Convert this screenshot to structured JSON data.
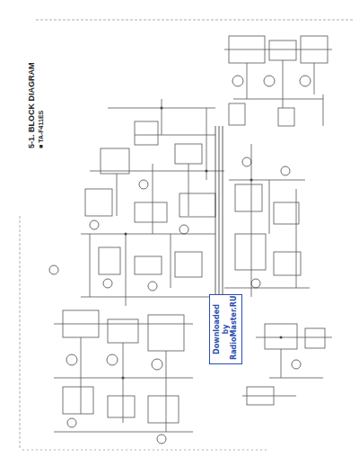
{
  "diagram": {
    "title": "5-1. BLOCK DIAGRAM",
    "nodes": [
      {
        "text": [
          "Downloaded by RadioMaster.RU"
        ]
      }
    ],
    "labels": [
      "■ TA-F411ES"
    ]
  }
}
